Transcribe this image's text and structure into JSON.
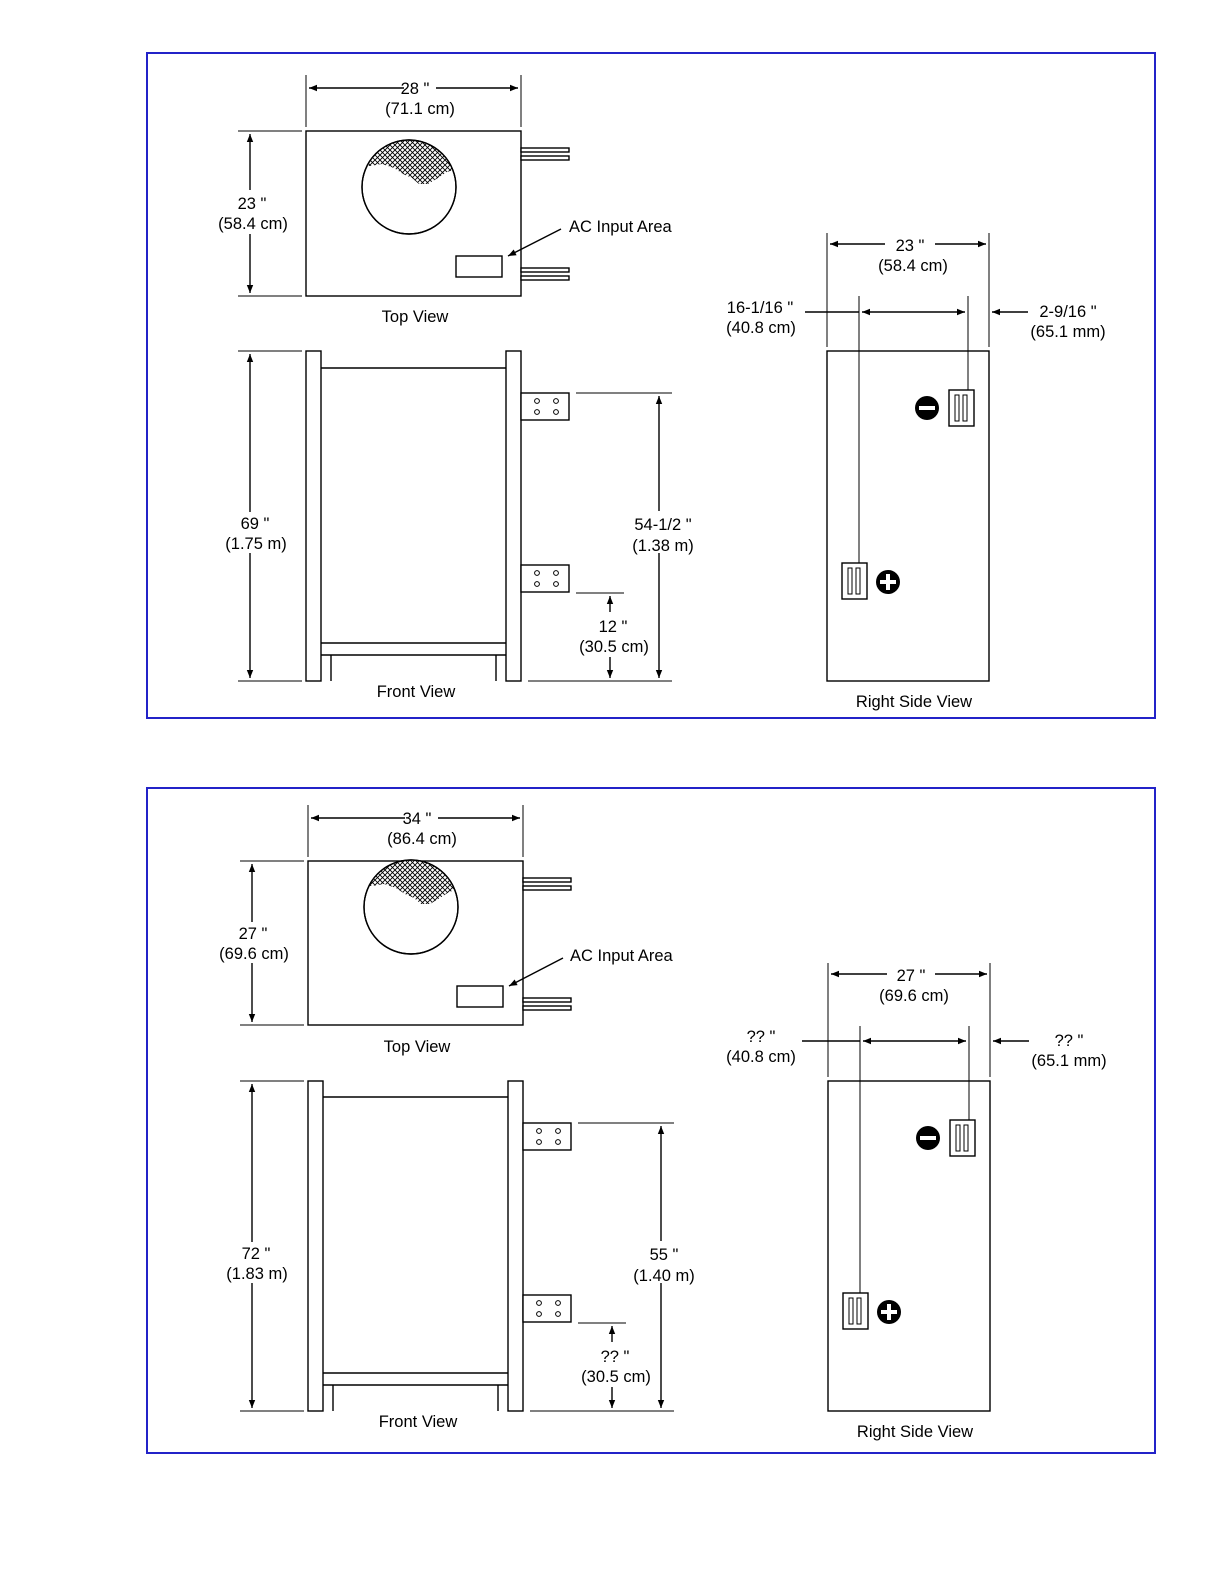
{
  "colors": {
    "frame": "#2323c8",
    "ink": "#000000",
    "paper": "#ffffff"
  },
  "icons": {
    "negative_terminal": "minus-circle-icon",
    "positive_terminal": "plus-circle-icon"
  },
  "panels": [
    {
      "top_width": {
        "in": "28 \"",
        "metric": "(71.1 cm)"
      },
      "top_depth": {
        "in": "23 \"",
        "metric": "(58.4 cm)"
      },
      "ac_input_label": "AC Input Area",
      "top_view_label": "Top View",
      "front_height": {
        "in": "69 \"",
        "metric": "(1.75 m)"
      },
      "terminal_span": {
        "in": "54-1/2 \"",
        "metric": "(1.38 m)"
      },
      "bottom_terminal": {
        "in": "12 \"",
        "metric": "(30.5 cm)"
      },
      "front_view_label": "Front View",
      "side_width": {
        "in": "23 \"",
        "metric": "(58.4 cm)"
      },
      "side_offset_left": {
        "in": "16-1/16 \"",
        "metric": "(40.8 cm)"
      },
      "side_offset_right": {
        "in": "2-9/16 \"",
        "metric": "(65.1 mm)"
      },
      "side_view_label": "Right Side View"
    },
    {
      "top_width": {
        "in": "34 \"",
        "metric": "(86.4 cm)"
      },
      "top_depth": {
        "in": "27 \"",
        "metric": "(69.6 cm)"
      },
      "ac_input_label": "AC Input Area",
      "top_view_label": "Top View",
      "front_height": {
        "in": "72 \"",
        "metric": "(1.83 m)"
      },
      "terminal_span": {
        "in": "55 \"",
        "metric": "(1.40 m)"
      },
      "bottom_terminal": {
        "in": "?? \"",
        "metric": "(30.5 cm)"
      },
      "front_view_label": "Front View",
      "side_width": {
        "in": "27 \"",
        "metric": "(69.6 cm)"
      },
      "side_offset_left": {
        "in": "?? \"",
        "metric": "(40.8 cm)"
      },
      "side_offset_right": {
        "in": "?? \"",
        "metric": "(65.1 mm)"
      },
      "side_view_label": "Right Side View"
    }
  ]
}
